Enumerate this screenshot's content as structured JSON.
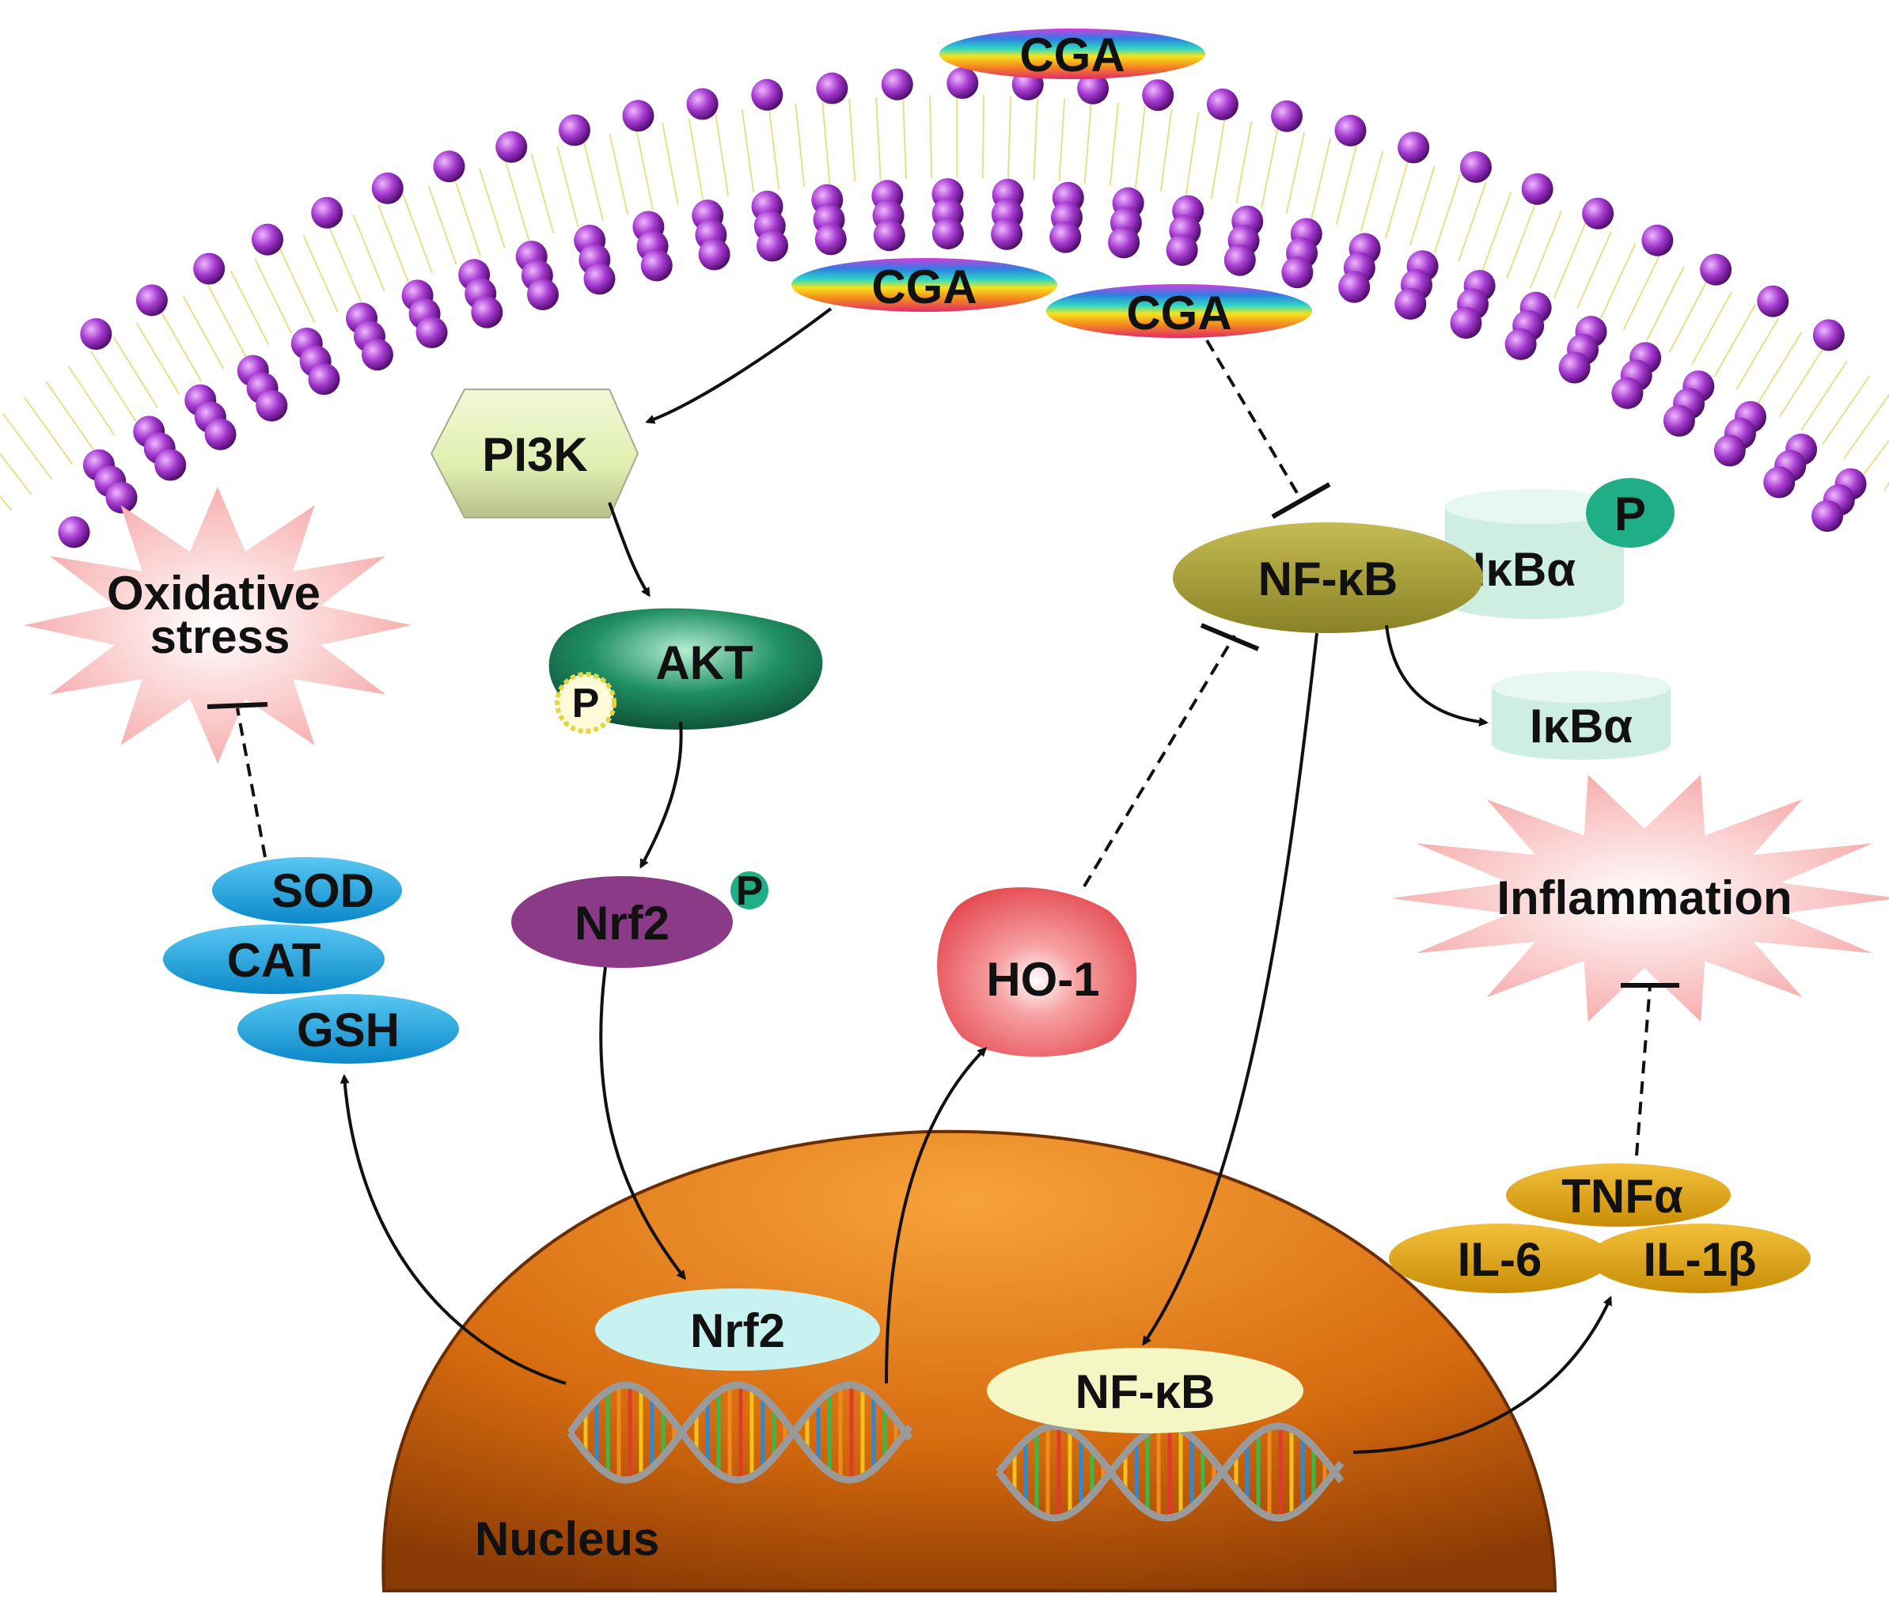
{
  "labels": {
    "cga_top": "CGA",
    "cga_mid_left": "CGA",
    "cga_mid_right": "CGA",
    "pi3k": "PI3K",
    "akt": "AKT",
    "akt_p": "P",
    "nrf2_cyto": "Nrf2",
    "nrf2_p": "P",
    "nfkb_cyto": "NF-κB",
    "ikba_bound": "IκBα",
    "ikba_p": "P",
    "ikba_free": "IκBα",
    "oxidative_line1": "Oxidative",
    "oxidative_line2": "stress",
    "sod": "SOD",
    "cat": "CAT",
    "gsh": "GSH",
    "ho1": "HO-1",
    "inflammation": "Inflammation",
    "tnfa": "TNFα",
    "il6": "IL-6",
    "il1b": "IL-1β",
    "nrf2_nuclear": "Nrf2",
    "nfkb_nuclear": "NF-κB",
    "nucleus": "Nucleus"
  },
  "colors": {
    "lipid_head": "#9a2fb8",
    "lipid_tail": "#e6e08a",
    "pi3k": "#e4f0b6",
    "akt": "#1a7a55",
    "nrf2_cyto": "#8a3a86",
    "p_badge": "#1fae86",
    "nfkb": "#a8a03a",
    "ikba": "#cfeee2",
    "stress_burst": "#f6a9a9",
    "antioxidant": "#1aa0dc",
    "ho1": "#e9585f",
    "cytokine": "#d9a512",
    "nucleus": "#e07a14",
    "nrf2_nuclear": "#c8f1f2",
    "nfkb_nuclear": "#f4f6c4"
  },
  "icons": {
    "membrane": "lipid-bilayer",
    "dna": "dna-double-helix"
  }
}
